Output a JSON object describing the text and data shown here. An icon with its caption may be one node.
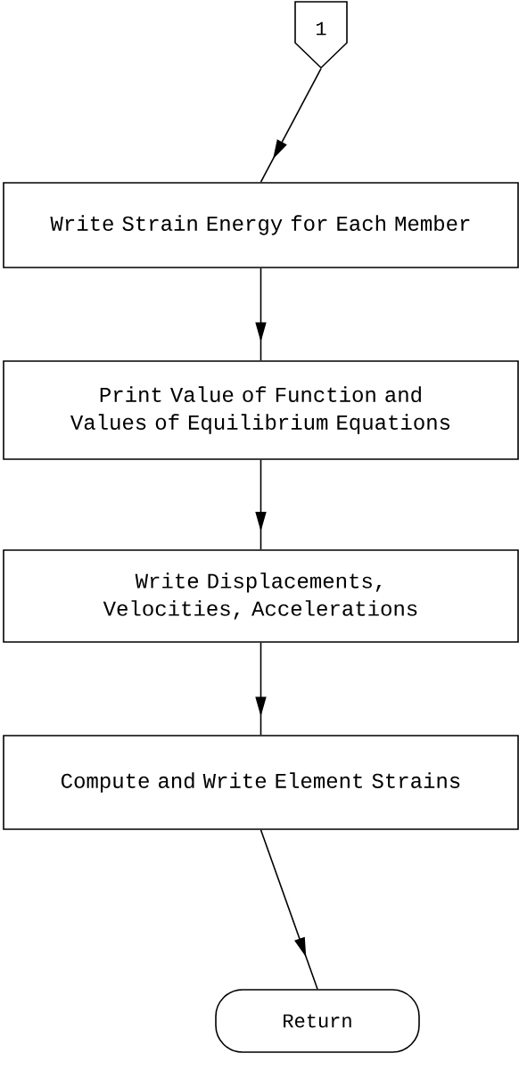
{
  "diagram": {
    "nodes": [
      {
        "text": [
          "1"
        ]
      },
      {
        "text": [
          "Write Strain Energy for Each Member"
        ]
      },
      {
        "text": [
          "Print Value of Function and Values of Equilibrium Equations"
        ]
      },
      {
        "text": [
          "Write Displacements, Velocities, Accelerations"
        ]
      },
      {
        "text": [
          "Compute and Write Element Strains"
        ]
      },
      {
        "text": [
          "Return"
        ]
      }
    ],
    "edges": [
      {
        "from": 0,
        "to": 1,
        "arrow": "to"
      },
      {
        "from": 1,
        "to": 2,
        "arrow": "to"
      },
      {
        "from": 2,
        "to": 3,
        "arrow": "to"
      },
      {
        "from": 3,
        "to": 4,
        "arrow": "to"
      },
      {
        "from": 4,
        "to": 5,
        "arrow": "to"
      }
    ]
  }
}
